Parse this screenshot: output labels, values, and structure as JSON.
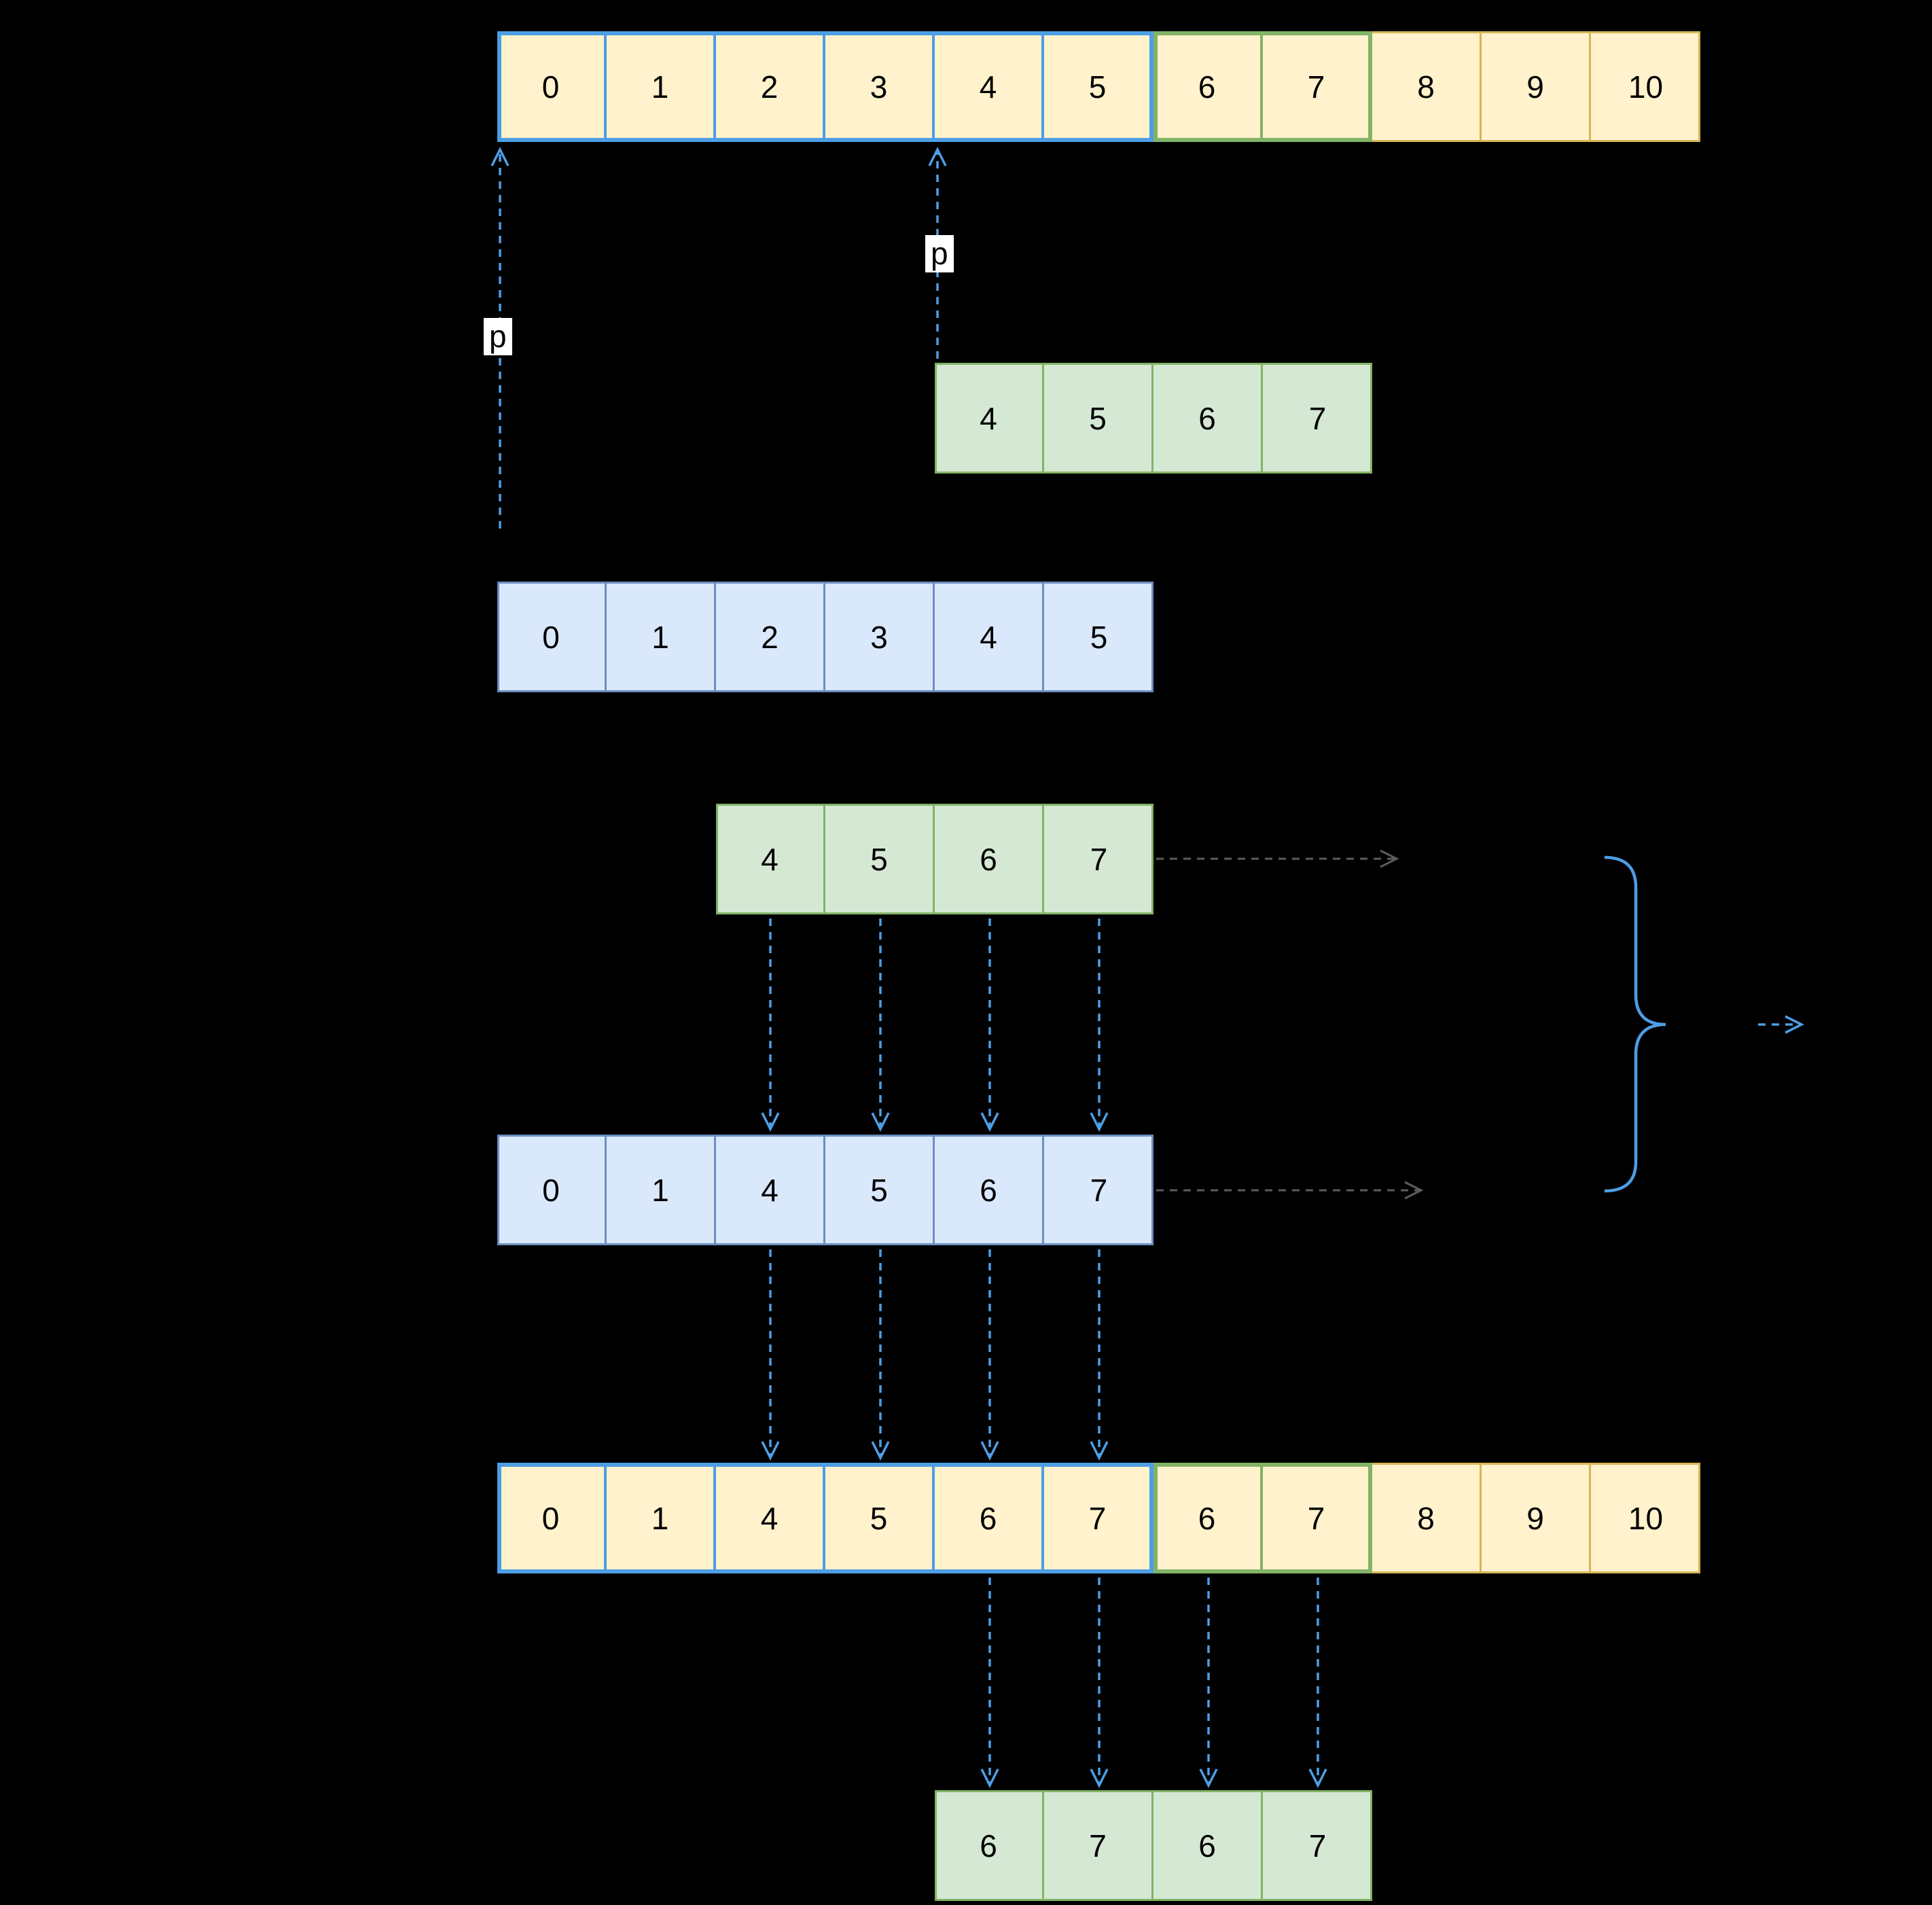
{
  "pointers": {
    "label": "p"
  },
  "colors": {
    "background": "#000000",
    "yellow_fill": "#fff2cc",
    "yellow_stroke": "#d6b656",
    "green_fill": "#d5e8d4",
    "green_stroke": "#82b366",
    "blue_fill": "#dae8fc",
    "blue_stroke": "#6c8ebf",
    "highlight_blue": "#4d9ee5",
    "arrow_blue": "#4d9ee5",
    "arrow_dark": "#5c5c5c"
  },
  "arrays": {
    "backing_top": {
      "cells": [
        {
          "v": "0",
          "variant": "hl-blue"
        },
        {
          "v": "1",
          "variant": "hl-blue"
        },
        {
          "v": "2",
          "variant": "hl-blue"
        },
        {
          "v": "3",
          "variant": "hl-blue"
        },
        {
          "v": "4",
          "variant": "hl-blue"
        },
        {
          "v": "5",
          "variant": "hl-blue"
        },
        {
          "v": "6",
          "variant": "hl-green"
        },
        {
          "v": "7",
          "variant": "hl-green"
        },
        {
          "v": "8",
          "variant": "yellow"
        },
        {
          "v": "9",
          "variant": "yellow"
        },
        {
          "v": "10",
          "variant": "yellow"
        }
      ]
    },
    "slice_green_top": {
      "cells": [
        {
          "v": "4",
          "variant": "green"
        },
        {
          "v": "5",
          "variant": "green"
        },
        {
          "v": "6",
          "variant": "green"
        },
        {
          "v": "7",
          "variant": "green"
        }
      ]
    },
    "slice_blue_first": {
      "cells": [
        {
          "v": "0",
          "variant": "blue"
        },
        {
          "v": "1",
          "variant": "blue"
        },
        {
          "v": "2",
          "variant": "blue"
        },
        {
          "v": "3",
          "variant": "blue"
        },
        {
          "v": "4",
          "variant": "blue"
        },
        {
          "v": "5",
          "variant": "blue"
        }
      ]
    },
    "slice_green_mid": {
      "cells": [
        {
          "v": "4",
          "variant": "green"
        },
        {
          "v": "5",
          "variant": "green"
        },
        {
          "v": "6",
          "variant": "green"
        },
        {
          "v": "7",
          "variant": "green"
        }
      ]
    },
    "slice_blue_result": {
      "cells": [
        {
          "v": "0",
          "variant": "blue"
        },
        {
          "v": "1",
          "variant": "blue"
        },
        {
          "v": "4",
          "variant": "blue"
        },
        {
          "v": "5",
          "variant": "blue"
        },
        {
          "v": "6",
          "variant": "blue"
        },
        {
          "v": "7",
          "variant": "blue"
        }
      ]
    },
    "backing_bottom": {
      "cells": [
        {
          "v": "0",
          "variant": "hl-blue"
        },
        {
          "v": "1",
          "variant": "hl-blue"
        },
        {
          "v": "4",
          "variant": "hl-blue"
        },
        {
          "v": "5",
          "variant": "hl-blue"
        },
        {
          "v": "6",
          "variant": "hl-blue"
        },
        {
          "v": "7",
          "variant": "hl-blue"
        },
        {
          "v": "6",
          "variant": "hl-green"
        },
        {
          "v": "7",
          "variant": "hl-green"
        },
        {
          "v": "8",
          "variant": "yellow"
        },
        {
          "v": "9",
          "variant": "yellow"
        },
        {
          "v": "10",
          "variant": "yellow"
        }
      ]
    },
    "slice_green_bottom": {
      "cells": [
        {
          "v": "6",
          "variant": "green"
        },
        {
          "v": "7",
          "variant": "green"
        },
        {
          "v": "6",
          "variant": "green"
        },
        {
          "v": "7",
          "variant": "green"
        }
      ]
    }
  }
}
